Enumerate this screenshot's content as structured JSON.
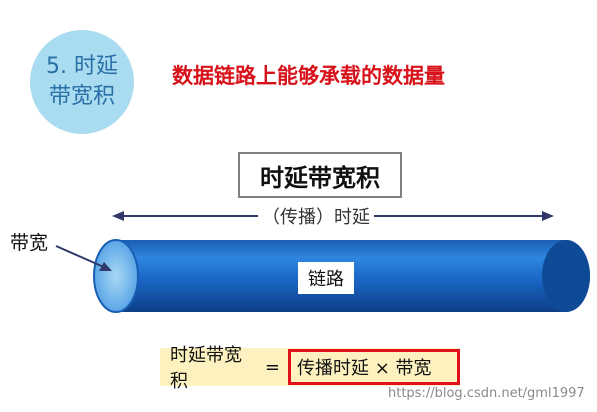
{
  "badge": {
    "line1": "5. 时延",
    "line2": "带宽积"
  },
  "subtitle": "数据链路上能够承载的数据量",
  "title_box": "时延带宽积",
  "arrow_label": "（传播）时延",
  "bandwidth_label": "带宽",
  "link_label": "链路",
  "formula": {
    "lhs": "时延带宽积",
    "eq": "=",
    "rhs": "传播时延 × 带宽"
  },
  "watermark": "https://blog.csdn.net/gml1997",
  "colors": {
    "pipe": "#1e6fc8",
    "badge": "#a9dcf0",
    "subtitle": "#d8121a",
    "highlight": "#e0101a",
    "formula_bg": "#fdf2bf"
  }
}
